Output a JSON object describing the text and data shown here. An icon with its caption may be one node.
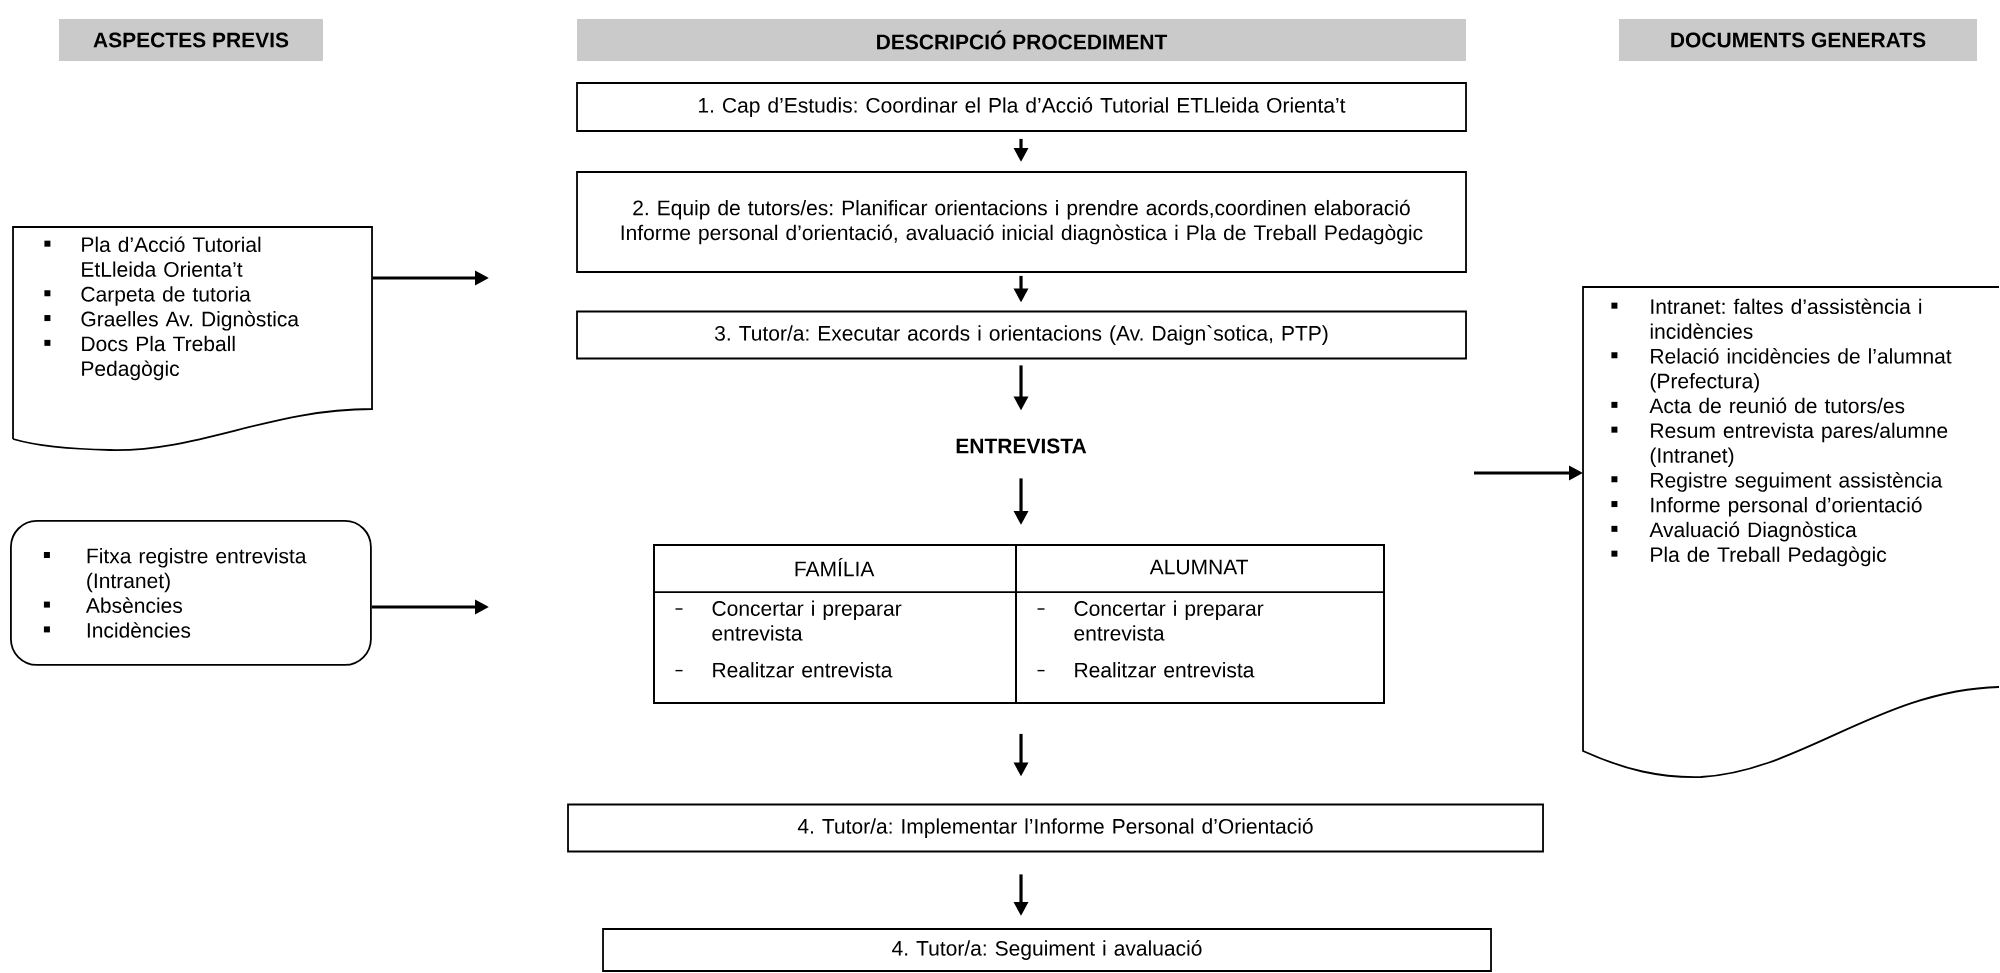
{
  "diagram": {
    "nodes": [
      {
        "text": [
          "ASPECTES PREVIS"
        ]
      },
      {
        "text": [
          "DESCRIPCIÓ PROCEDIMENT"
        ]
      },
      {
        "text": [
          "DOCUMENTS GENERATS"
        ]
      },
      {
        "text": [
          "Pla d’Acció Tutorial EtLleida Orienta’t",
          "Carpeta de tutoria",
          "Graelles Av. Dignòstica",
          "Docs Pla Treball Pedagògic"
        ]
      },
      {
        "text": [
          "1. Cap d’Estudis: Coordinar el Pla d’Acció Tutorial ETLleida Orienta’t"
        ]
      },
      {
        "text": [
          "2. Equip de tutors/es: Planificar orientacions i prendre acords,coordinen elaboració Informe personal d’orientació, avaluació inicial diagnòstica i Pla de Treball Pedagògic"
        ]
      },
      {
        "text": [
          "3. Tutor/a: Executar acords i orientacions (Av. Daign`sotica, PTP)"
        ]
      },
      {
        "text": [
          "Fitxa registre entrevista (Intranet)",
          "Absències",
          "Incidències"
        ]
      },
      {
        "text": [
          "Intranet: faltes d’assistència i incidències",
          "Relació incidències de l’alumnat (Prefectura)",
          "Acta de reunió de tutors/es",
          "Resum entrevista pares/alumne (Intranet)",
          "Registre seguiment assistència",
          "Informe personal d’orientació",
          "Avaluació Diagnòstica",
          "Pla de Treball Pedagògic"
        ]
      },
      {
        "text": [
          "ENTREVISTA"
        ]
      },
      {
        "text": [],
        "shape": "box"
      },
      {
        "text": [
          "FAMÍLIA",
          "Concertar i preparar entrevista",
          "Realitzar entrevista"
        ],
        "in": 10
      },
      {
        "text": [
          "ALUMNAT",
          "Concertar i preparar entrevista",
          "Realitzar entrevista"
        ],
        "in": 10
      },
      {
        "text": [
          "4. Tutor/a: Implementar l’Informe Personal d’Orientació"
        ]
      },
      {
        "text": [
          "4. Tutor/a: Seguiment i avaluació"
        ]
      }
    ],
    "edges": [
      {
        "from": 4,
        "to": 5,
        "arrow": "to"
      },
      {
        "from": 5,
        "to": 6,
        "arrow": "to"
      },
      {
        "from": 6,
        "to": 9,
        "arrow": "to"
      },
      {
        "from": 9,
        "to": 10,
        "arrow": "to"
      },
      {
        "from": 10,
        "to": 13,
        "arrow": "to"
      },
      {
        "from": 13,
        "to": 14,
        "arrow": "to"
      },
      {
        "from": 3,
        "to": null,
        "arrow": "to"
      },
      {
        "from": 7,
        "to": null,
        "arrow": "to"
      },
      {
        "from": null,
        "to": 8,
        "arrow": "to"
      }
    ]
  }
}
